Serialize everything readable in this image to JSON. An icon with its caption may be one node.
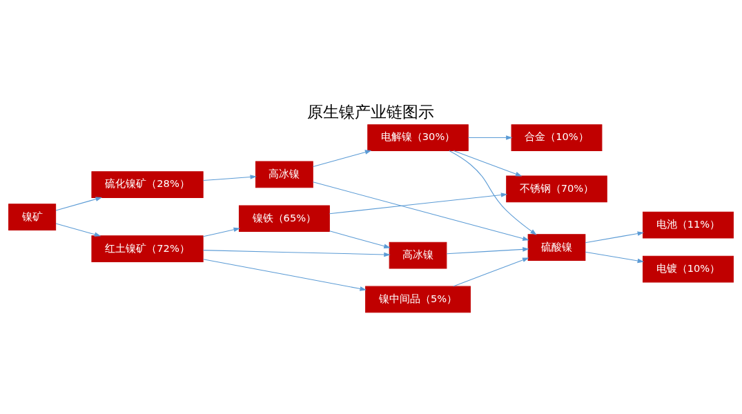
{
  "diagram": {
    "title": "原生镍产业链图示",
    "nodes": [
      {
        "text": [
          "镍矿"
        ]
      },
      {
        "text": [
          "红土镍矿（72%）"
        ]
      },
      {
        "text": [
          "硫化镍矿（28%）"
        ]
      },
      {
        "text": [
          "镍铁（65%）"
        ]
      },
      {
        "text": [
          "不锈钢（70%）"
        ]
      },
      {
        "text": [
          "镍中间品（5%）"
        ]
      },
      {
        "text": [
          "高冰镍"
        ]
      },
      {
        "text": [
          "硫酸镍"
        ]
      },
      {
        "text": [
          "高冰镍"
        ]
      },
      {
        "text": [
          "电池（11%）"
        ]
      },
      {
        "text": [
          "电镀（10%）"
        ]
      },
      {
        "text": [
          "电解镍（30%）"
        ]
      },
      {
        "text": [
          "合金（10%）"
        ]
      }
    ],
    "edges": [
      {
        "from": 0,
        "to": 1,
        "arrow": "to"
      },
      {
        "from": 0,
        "to": 2,
        "arrow": "to"
      },
      {
        "from": 1,
        "to": 3,
        "arrow": "to"
      },
      {
        "from": 3,
        "to": 4,
        "arrow": "to"
      },
      {
        "from": 1,
        "to": 6,
        "arrow": "to"
      },
      {
        "from": 3,
        "to": 6,
        "arrow": "to"
      },
      {
        "from": 1,
        "to": 5,
        "arrow": "to"
      },
      {
        "from": 5,
        "to": 7,
        "arrow": "to"
      },
      {
        "from": 6,
        "to": 7,
        "arrow": "to"
      },
      {
        "from": 2,
        "to": 8,
        "arrow": "to"
      },
      {
        "from": 8,
        "to": 7,
        "arrow": "to"
      },
      {
        "from": 8,
        "to": 11,
        "arrow": "to"
      },
      {
        "from": 7,
        "to": 9,
        "arrow": "to"
      },
      {
        "from": 7,
        "to": 10,
        "arrow": "to"
      },
      {
        "from": 11,
        "to": 7,
        "arrow": "to"
      },
      {
        "from": 11,
        "to": 12,
        "arrow": "to"
      },
      {
        "from": 11,
        "to": 4,
        "arrow": "to"
      }
    ]
  }
}
